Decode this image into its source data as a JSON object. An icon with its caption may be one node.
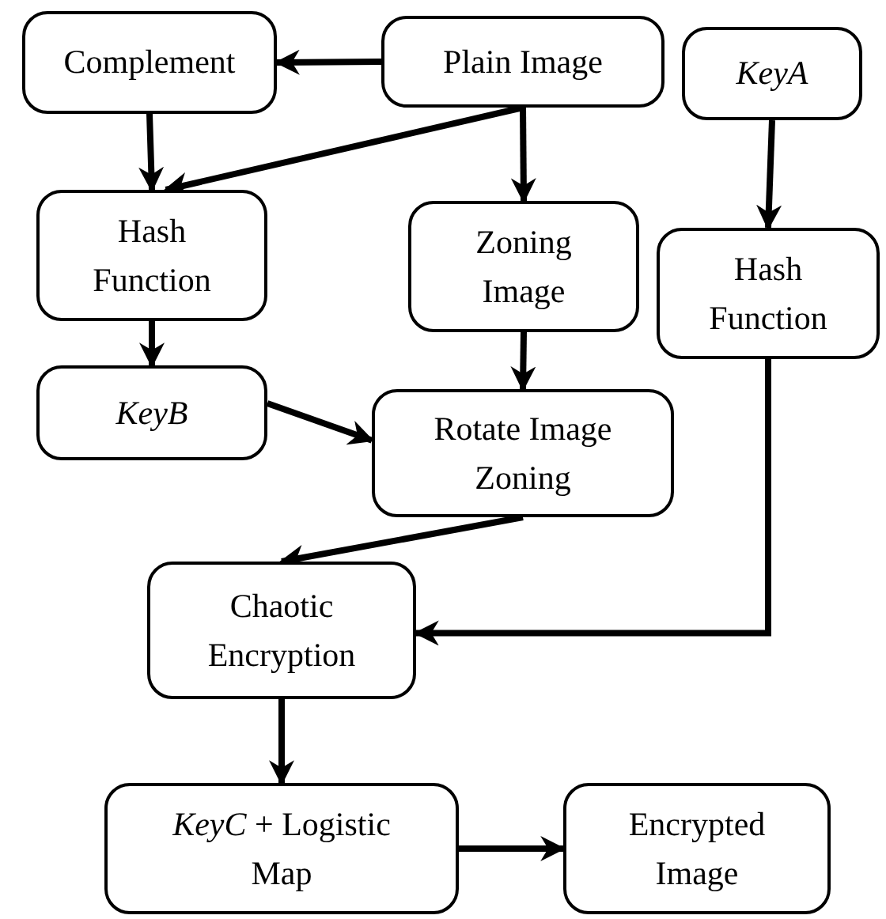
{
  "diagram": {
    "nodes": [
      {
        "text": [
          "Complement"
        ]
      },
      {
        "text": [
          "Plain Image"
        ]
      },
      {
        "text": [
          "*KeyA*"
        ]
      },
      {
        "text": [
          "Hash Function"
        ]
      },
      {
        "text": [
          "Zoning Image"
        ]
      },
      {
        "text": [
          "Hash Function"
        ]
      },
      {
        "text": [
          "*KeyB*"
        ]
      },
      {
        "text": [
          "Rotate Image Zoning"
        ]
      },
      {
        "text": [
          "Chaotic Encryption"
        ]
      },
      {
        "text": [
          "*KeyC* + Logistic Map"
        ]
      },
      {
        "text": [
          "Encrypted Image"
        ]
      }
    ],
    "edges": [
      {
        "from": 1,
        "to": 0,
        "arrow": "to"
      },
      {
        "from": 0,
        "to": 3,
        "arrow": "to"
      },
      {
        "from": 1,
        "to": 3,
        "arrow": "to"
      },
      {
        "from": 1,
        "to": 4,
        "arrow": "to"
      },
      {
        "from": 2,
        "to": 5,
        "arrow": "to"
      },
      {
        "from": 3,
        "to": 6,
        "arrow": "to"
      },
      {
        "from": 6,
        "to": 7,
        "arrow": "to"
      },
      {
        "from": 4,
        "to": 7,
        "arrow": "to"
      },
      {
        "from": 7,
        "to": 8,
        "arrow": "to"
      },
      {
        "from": 5,
        "to": 8,
        "arrow": "to"
      },
      {
        "from": 8,
        "to": 9,
        "arrow": "to"
      },
      {
        "from": 9,
        "to": 10,
        "arrow": "to"
      }
    ]
  }
}
